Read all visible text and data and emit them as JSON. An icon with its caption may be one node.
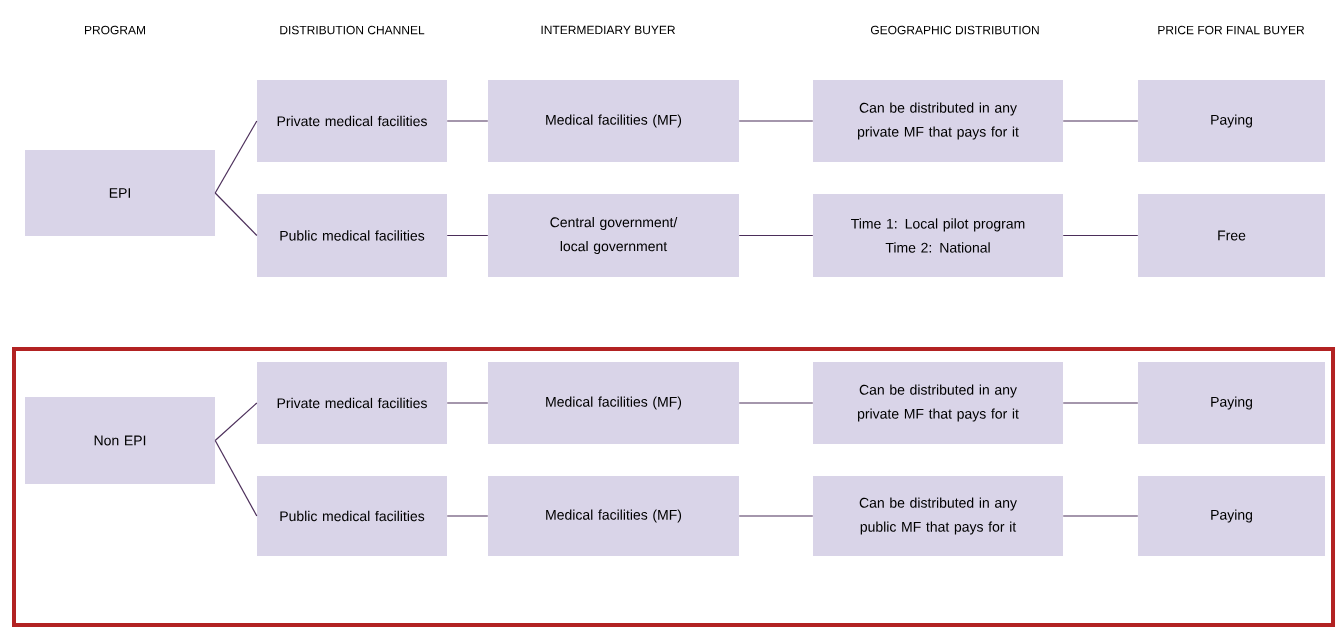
{
  "diagram": {
    "nodes": [
      {
        "text": [
          "EPI"
        ]
      },
      {
        "text": [
          "Private medical facilities"
        ]
      },
      {
        "text": [
          "Medical facilities (MF)"
        ]
      },
      {
        "text": [
          "Can be distributed in any private MF that pays for it"
        ]
      },
      {
        "text": [
          "Paying"
        ]
      },
      {
        "text": [
          "Public medical facilities"
        ]
      },
      {
        "text": [
          "Central government/ local government"
        ]
      },
      {
        "text": [
          "Time 1: Local pilot program",
          "Time 2: National"
        ]
      },
      {
        "text": [
          "Free"
        ]
      },
      {
        "text": [],
        "shape": "box"
      },
      {
        "text": [
          "Non EPI"
        ],
        "in": 9
      },
      {
        "text": [
          "Private medical facilities"
        ],
        "in": 9
      },
      {
        "text": [
          "Medical facilities (MF)"
        ],
        "in": 9
      },
      {
        "text": [
          "Can be distributed in any private MF that pays for it"
        ],
        "in": 9
      },
      {
        "text": [
          "Paying"
        ],
        "in": 9
      },
      {
        "text": [
          "Public medical facilities"
        ],
        "in": 9
      },
      {
        "text": [
          "Medical facilities (MF)"
        ],
        "in": 9
      },
      {
        "text": [
          "Can be distributed in any public MF that pays for it"
        ],
        "in": 9
      },
      {
        "text": [
          "Paying"
        ],
        "in": 9
      }
    ],
    "edges": [
      {
        "from": 0,
        "to": 1,
        "arrow": "none"
      },
      {
        "from": 0,
        "to": 5,
        "arrow": "none"
      },
      {
        "from": 1,
        "to": 2,
        "arrow": "none"
      },
      {
        "from": 2,
        "to": 3,
        "arrow": "none"
      },
      {
        "from": 3,
        "to": 4,
        "arrow": "none"
      },
      {
        "from": 5,
        "to": 6,
        "arrow": "none"
      },
      {
        "from": 6,
        "to": 7,
        "arrow": "none"
      },
      {
        "from": 7,
        "to": 8,
        "arrow": "none"
      },
      {
        "from": 10,
        "to": 11,
        "arrow": "none"
      },
      {
        "from": 10,
        "to": 15,
        "arrow": "none"
      },
      {
        "from": 11,
        "to": 12,
        "arrow": "none"
      },
      {
        "from": 12,
        "to": 13,
        "arrow": "none"
      },
      {
        "from": 13,
        "to": 14,
        "arrow": "none"
      },
      {
        "from": 15,
        "to": 16,
        "arrow": "none"
      },
      {
        "from": 16,
        "to": 17,
        "arrow": "none"
      },
      {
        "from": 17,
        "to": 18,
        "arrow": "none"
      }
    ],
    "labels": [
      "PROGRAM",
      "DISTRIBUTION CHANNEL",
      "INTERMEDIARY BUYER",
      "GEOGRAPHIC DISTRIBUTION",
      "PRICE FOR FINAL BUYER"
    ]
  }
}
